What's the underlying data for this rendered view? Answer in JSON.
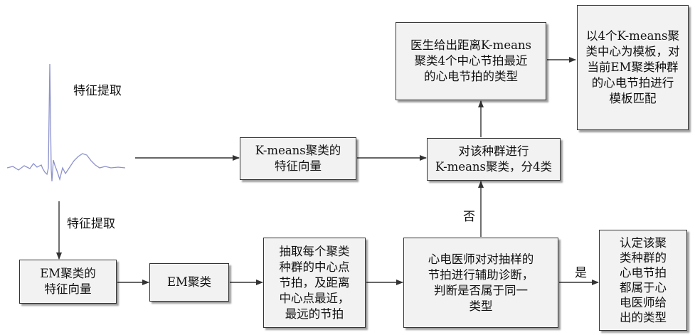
{
  "labels": {
    "feature_extraction_top": "特征提取",
    "feature_extraction_left": "特征提取",
    "no": "否",
    "yes": "是"
  },
  "boxes": {
    "kmeans_feature_vector": "K-means聚类的\n特征向量",
    "kmeans_cluster": "对该种群进行\nK-means聚类，分4类",
    "doctor_type": "医生给出距离K-means\n聚类4个中心节拍最近\n的心电节拍的类型",
    "template_match": "以4个K-means聚\n类中心为模板，对\n当前EM聚类种群\n的心电节拍进行\n模板匹配",
    "em_feature_vector": "EM聚类的\n特征向量",
    "em_cluster": "EM聚类",
    "sample_beats": "抽取每个聚类\n种群的中心点\n节拍，及距离\n中心点最近，\n最远的节拍",
    "doctor_diagnosis": "心电医师对对抽样的\n节拍进行辅助诊断，\n判断是否属于同一\n类型",
    "confirm_type": "认定该聚\n类种群的\n心电节拍\n都属于心\n电医师给\n出的类型"
  },
  "colors": {
    "ecg_wave": "#8c92cc",
    "box_fill": "#f2f2f2",
    "line": "#333333"
  }
}
